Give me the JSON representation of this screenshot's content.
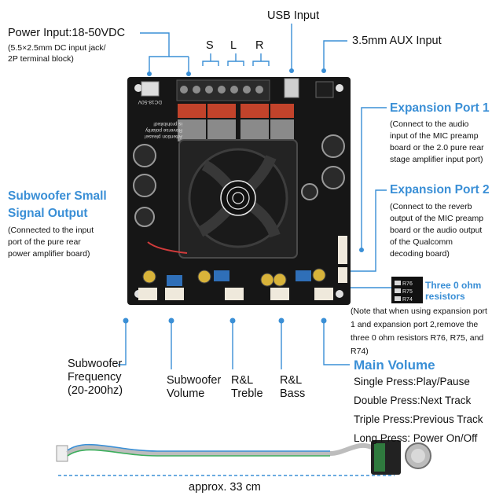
{
  "power": {
    "title": "Power Input:18-50VDC",
    "desc": [
      "(5.5×2.5mm DC input jack/",
      "2P terminal block)"
    ]
  },
  "usb": {
    "title": "USB Input"
  },
  "aux": {
    "title": "3.5mm AUX Input"
  },
  "speaker_terminals": [
    "S",
    "L",
    "R"
  ],
  "expansion1": {
    "title": "Expansion Port 1",
    "desc": [
      "(Connect to the audio",
      "input of the MIC preamp",
      "board or the 2.0 pure rear",
      "stage amplifier input port)"
    ]
  },
  "expansion2": {
    "title": "Expansion Port 2",
    "desc": [
      "(Connect to the reverb",
      "output of the MIC preamp",
      "board or the audio output",
      "of the Qualcomm",
      "decoding board)"
    ]
  },
  "subwoofer_output": {
    "title": [
      "Subwoofer Small",
      "Signal Output"
    ],
    "desc": [
      "(Connected to the input",
      "port of the pure rear",
      "power amplifier board)"
    ]
  },
  "resistors": {
    "title": [
      "Three 0 ohm",
      "resistors"
    ],
    "codes": [
      "R76",
      "R75",
      "R74"
    ],
    "note": [
      "(Note that when using expansion port",
      "1 and expansion port 2,remove the",
      "three 0 ohm resistors R76, R75, and",
      "R74)"
    ]
  },
  "knobs": {
    "sub_freq": [
      "Subwoofer",
      "Frequency",
      "(20-200hz)"
    ],
    "sub_vol": [
      "Subwoofer",
      "Volume"
    ],
    "treble": [
      "R&L",
      "Treble"
    ],
    "bass": [
      "R&L",
      "Bass"
    ]
  },
  "main_volume": {
    "title": "Main Volume",
    "lines": [
      "Single Press:Play/Pause",
      "Double Press:Next Track",
      "Triple Press:Previous Track",
      "Long Press: Power On/Off"
    ]
  },
  "cable": {
    "length": "approx. 33 cm"
  },
  "board_text": {
    "warning": [
      "Attention please!",
      "Reverse polarity",
      "is prohibited!"
    ],
    "dc_label": "DC18-50V"
  },
  "colors": {
    "accent": "#3a8fd6",
    "pcb": "#161616",
    "capacitor_red": "#c2432b",
    "connector": "#efe9dc"
  }
}
